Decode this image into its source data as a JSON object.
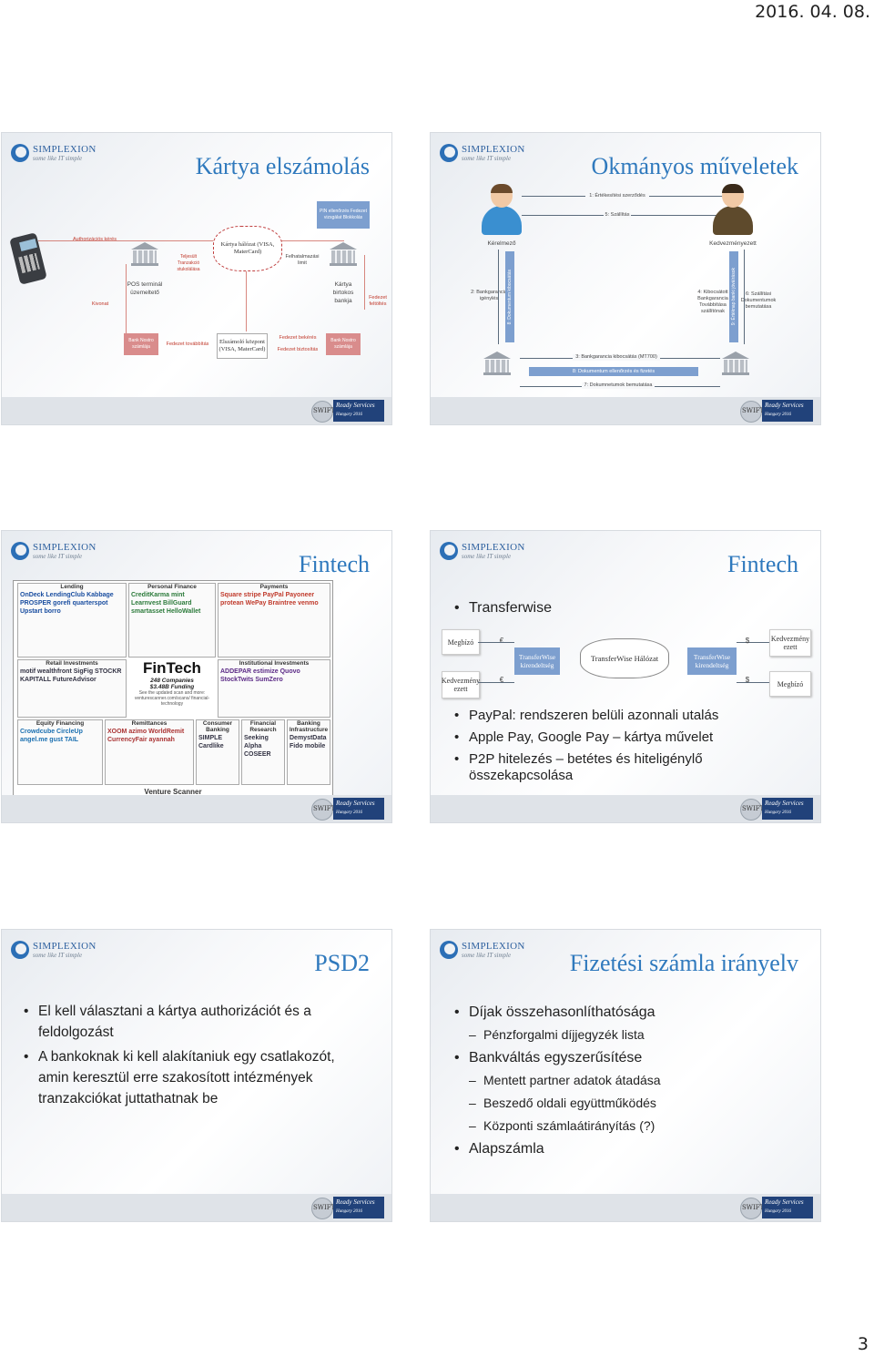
{
  "header": {
    "date": "2016. 04. 08."
  },
  "footer": {
    "page_number": "3"
  },
  "common": {
    "logo_name": "SIMPLEXION",
    "logo_tagline": "some like IT simple",
    "swift_label": "SWIFT",
    "ready_services": "Ready Services",
    "ready_sub": "Hungary 2016"
  },
  "slide1": {
    "title": "Kártya elszámolás",
    "authorization": "Authorizációs kérés",
    "pin_box": "PIN ellenőrzés Fedezet vizsgálat Blokkolás",
    "tranz": "Teljesült Tranzakció stukolálása",
    "network": "Kártya hálózat (VISA, MaterCard)",
    "limit": "Felhatalmazási limit",
    "pos": "POS terminál üzemeltető",
    "issuer": "Kártya birtokos bankja",
    "kivonat": "Kivonat",
    "fedezet_feltoltes": "Fedezet feltöltés",
    "nostro_left": "Bank Nostro számlája",
    "fedezet_tovabbitas": "Fedezet továbbítás",
    "clearing": "Elszámoló központ (VISA, MaterCard)",
    "fedezet_bekeres": "Fedezet bekérés",
    "fedezet_biztositas": "Fedezet biztosítás",
    "nostro_right": "Bank Nostro számlája"
  },
  "slide2": {
    "title": "Okmányos műveletek",
    "contract": "1: Értékesítési szerződés",
    "shipping": "5: Szállítás",
    "applicant": "Kérelmező",
    "beneficiary": "Kedvezményezett",
    "guarantee_request": "2: Bankgarancia igénylés",
    "doc_handover": "8: Dokumentum kibocsátás",
    "issue_forward": "4: Kibocsátott Bankgarancia Továbbítása szállítónak",
    "doc_present": "6: Szállítási Dokumentumok bemutatása",
    "payment_vertical": "9: Értéknap banki jóváírások",
    "mt700": "3: Bankgarancia kibocsátás (MT700)",
    "check_pay": "8: Dokumentum ellenőrzés és fizetés",
    "present_docs": "7: Dokumnetumok bemutatása"
  },
  "slide3": {
    "title": "Fintech",
    "categories": [
      "Lending",
      "Personal Finance",
      "Payments",
      "Retail Investments",
      "Institutional Investments",
      "Equity Financing",
      "Remittances",
      "Consumer Banking",
      "Financial Research",
      "Banking Infrastructure"
    ],
    "lending_brands": "OnDeck LendingClub Kabbage PROSPER gorefi quarterspot Upstart borro",
    "pf_brands": "CreditKarma mint Learnvest BillGuard smartasset HelloWallet",
    "pay_brands": "Square stripe PayPal Payoneer protean WePay Braintree venmo",
    "retail_brands": "motif wealthfront SigFig STOCKR KAPITALL FutureAdvisor",
    "inst_brands": "ADDEPAR estimize Quovo StockTwits SumZero",
    "equity_brands": "Crowdcube CircleUp angel.me gust TAIL",
    "remit_brands": "XOOM azimo WorldRemit CurrencyFair ayannah",
    "consumer_brands": "SIMPLE Cardlike",
    "research_brands": "Seeking Alpha COSEER",
    "infra_brands": "DemystData Fido mobile",
    "fintech_big": "FinTech",
    "companies": "248 Companies",
    "funding": "$3.48B Funding",
    "see_more": "See the updated scan and more: venturescanner.com/scans/ financial-technology",
    "vs": "Venture Scanner"
  },
  "slide4": {
    "title": "Fintech",
    "bullet1": "Transferwise",
    "megbizo": "Megbízó",
    "kedv_left": "Kedvezmény ezett",
    "euro1": "€",
    "euro2": "€",
    "tw_left": "TransferWise kirendeltség",
    "tw_net": "TransferWise Hálózat",
    "tw_right": "TransferWise kirendeltség",
    "usd1": "$",
    "usd2": "$",
    "kedv_right": "Kedvezmény ezett",
    "megbizo_right": "Megbízó",
    "bullet2": "PayPal: rendszeren belüli azonnali utalás",
    "bullet3": "Apple Pay, Google Pay – kártya művelet",
    "bullet4": "P2P hitelezés – betétes és hiteligénylő összekapcsolása"
  },
  "slide5": {
    "title": "PSD2",
    "bullet1": "El kell választani a kártya authorizációt és a feldolgozást",
    "bullet2": "A bankoknak ki kell alakítaniuk egy csatlakozót, amin keresztül erre szakosított intézmények tranzakciókat juttathatnak be"
  },
  "slide6": {
    "title": "Fizetési számla irányelv",
    "b1": "Díjak összehasonlíthatósága",
    "b1s1": "Pénzforgalmi díjjegyzék lista",
    "b2": "Bankváltás egyszerűsítése",
    "b2s1": "Mentett partner adatok átadása",
    "b2s2": "Beszedő oldali együttműködés",
    "b2s3": "Központi számlaátirányítás (?)",
    "b3": "Alapszámla"
  },
  "colors": {
    "title_blue": "#2f79bd",
    "diagram_blue": "#7d9fcf",
    "swift_navy": "#21427a"
  }
}
